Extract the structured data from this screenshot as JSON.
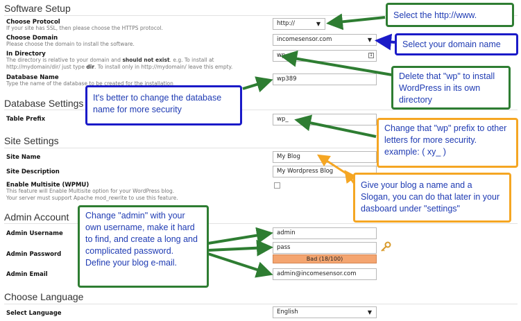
{
  "sections": {
    "software_setup": "Software Setup",
    "database_settings": "Database Settings",
    "site_settings": "Site Settings",
    "admin_account": "Admin Account",
    "choose_language": "Choose Language"
  },
  "fields": {
    "protocol": {
      "label": "Choose Protocol",
      "hint": "If your site has SSL, then please choose the HTTPS protocol.",
      "value": "http://"
    },
    "domain": {
      "label": "Choose Domain",
      "hint": "Please choose the domain to install the software.",
      "value": "incomesensor.com"
    },
    "directory": {
      "label": "In Directory",
      "hint_a": "The directory is relative to your domain and ",
      "hint_bold": "should not exist",
      "hint_b": ". e.g. To install at",
      "hint_c": "http://mydomain/dir/ just type ",
      "hint_dir": "dir",
      "hint_d": ". To install only in http://mydomain/ leave this empty.",
      "value": "wp"
    },
    "db_name": {
      "label": "Database Name",
      "hint": "Type the name of the database to be created for the installation",
      "value": "wp389"
    },
    "table_prefix": {
      "label": "Table Prefix",
      "value": "wp_"
    },
    "site_name": {
      "label": "Site Name",
      "value": "My Blog"
    },
    "site_description": {
      "label": "Site Description",
      "value": "My Wordpress Blog"
    },
    "multisite": {
      "label": "Enable Multisite (WPMU)",
      "hint_1": "This feature will Enable Multisite option for your WordPress blog.",
      "hint_2": "Your server must support Apache mod_rewrite to use this feature."
    },
    "admin_username": {
      "label": "Admin Username",
      "value": "admin"
    },
    "admin_password": {
      "label": "Admin Password",
      "value": "pass",
      "strength": "Bad (18/100)"
    },
    "admin_email": {
      "label": "Admin Email",
      "value": "admin@incomesensor.com"
    },
    "language": {
      "label": "Select Language",
      "value": "English"
    }
  },
  "callouts": {
    "protocol": "Select the http://www.",
    "domain": "Select your domain name",
    "directory": "Delete that \"wp\" to install WordPress in its own directory",
    "database": "It's better to change the database name for more security",
    "prefix": "Change that \"wp\" prefix to other letters for more security. example: ( xy_ )",
    "blog": "Give your blog a name and a Slogan, you can do that later in your dasboard under \"settings\"",
    "admin": "Change \"admin\" with your own username, make it hard to find, and create a long and complicated password.\nDefine your blog e-mail."
  },
  "icons": {
    "caret": "triangle-down",
    "key": "key-icon",
    "dir_btn": "folder-icon"
  },
  "colors": {
    "green": "#2e7d32",
    "blue": "#1a1ac8",
    "orange": "#f5a623",
    "callout_text": "#1f3bb3",
    "strength_bad": "#f4a570"
  }
}
